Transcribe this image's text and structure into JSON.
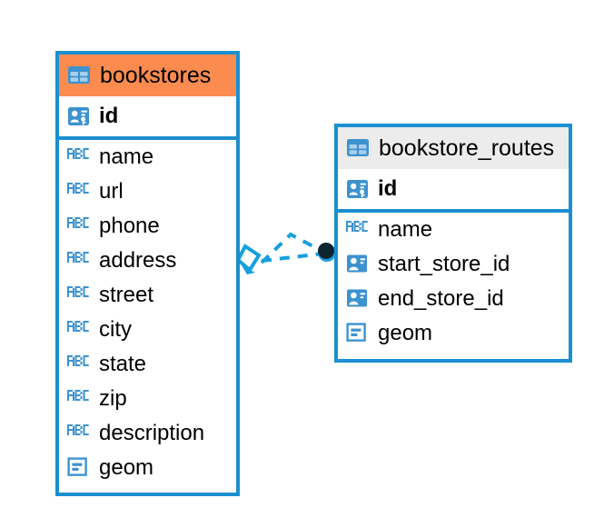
{
  "diagram": {
    "type": "entity-relationship-diagram",
    "background": "#ffffff",
    "colors": {
      "border": "#1a8fd1",
      "selected_header": "#fb8b4f",
      "unselected_header": "#ececec",
      "icon_blue": "#3d92d0",
      "link": "#17a0dc",
      "endpoint": "#0d2330",
      "text": "#000000"
    },
    "entities": [
      {
        "id": "bookstores",
        "name": "bookstores",
        "header_icon": "table-icon",
        "selected": true,
        "primary_key": {
          "name": "id",
          "icon": "primary-key-icon",
          "type": "integer"
        },
        "fields": [
          {
            "name": "name",
            "icon": "text-type-icon",
            "type": "text"
          },
          {
            "name": "url",
            "icon": "text-type-icon",
            "type": "text"
          },
          {
            "name": "phone",
            "icon": "text-type-icon",
            "type": "text"
          },
          {
            "name": "address",
            "icon": "text-type-icon",
            "type": "text"
          },
          {
            "name": "street",
            "icon": "text-type-icon",
            "type": "text"
          },
          {
            "name": "city",
            "icon": "text-type-icon",
            "type": "text"
          },
          {
            "name": "state",
            "icon": "text-type-icon",
            "type": "text"
          },
          {
            "name": "zip",
            "icon": "text-type-icon",
            "type": "text"
          },
          {
            "name": "description",
            "icon": "text-type-icon",
            "type": "text"
          },
          {
            "name": "geom",
            "icon": "geometry-type-icon",
            "type": "geometry"
          }
        ]
      },
      {
        "id": "bookstore_routes",
        "name": "bookstore_routes",
        "header_icon": "table-icon",
        "selected": false,
        "primary_key": {
          "name": "id",
          "icon": "primary-key-icon",
          "type": "integer"
        },
        "fields": [
          {
            "name": "name",
            "icon": "text-type-icon",
            "type": "text"
          },
          {
            "name": "start_store_id",
            "icon": "foreign-key-icon",
            "type": "integer"
          },
          {
            "name": "end_store_id",
            "icon": "foreign-key-icon",
            "type": "integer"
          },
          {
            "name": "geom",
            "icon": "geometry-type-icon",
            "type": "geometry"
          }
        ]
      }
    ],
    "relationships": [
      {
        "from_entity": "bookstore_routes",
        "from_field": "start_store_id",
        "to_entity": "bookstores",
        "to_field": "id",
        "style": "dashed",
        "source_marker": "filled-circle",
        "target_marker": "diamond-arrow"
      },
      {
        "from_entity": "bookstore_routes",
        "from_field": "end_store_id",
        "to_entity": "bookstores",
        "to_field": "id",
        "style": "dashed",
        "source_marker": "filled-circle",
        "target_marker": "diamond-arrow"
      }
    ]
  }
}
